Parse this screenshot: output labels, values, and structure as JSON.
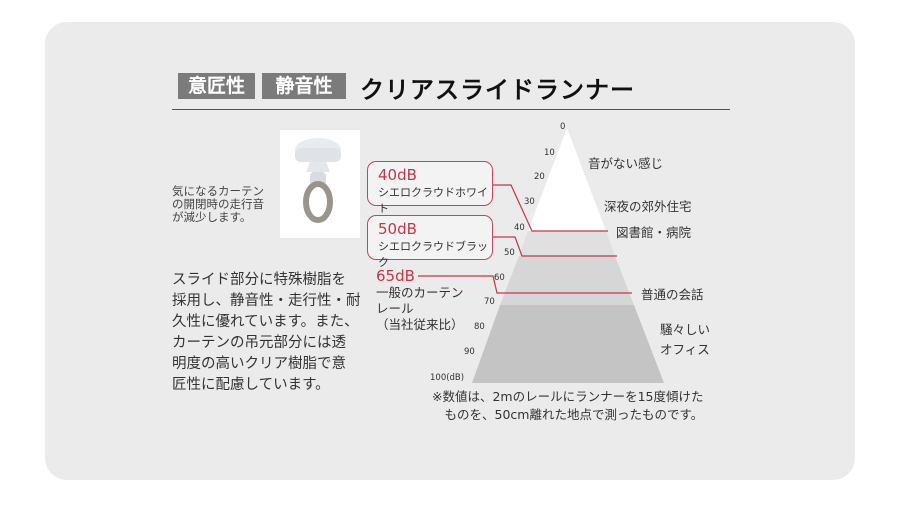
{
  "header": {
    "tags": [
      "意匠性",
      "静音性"
    ],
    "title": "クリアスライドランナー"
  },
  "caption": "気になるカーテン\nの開閉時の走行音\nが減少します。",
  "description": "スライド部分に特殊樹脂を\n採用し、静音性・走行性・耐\n久性に優れています。また、\nカーテンの吊元部分には透\n明度の高いクリア樹脂で意\n匠性に配慮しています。",
  "chart": {
    "ticks": [
      "0",
      "10",
      "20",
      "30",
      "40",
      "50",
      "60",
      "70",
      "80",
      "90",
      "100(dB)"
    ],
    "products": [
      {
        "db": "40dB",
        "name": "シエロクラウドホワイト"
      },
      {
        "db": "50dB",
        "name": "シエロクラウドブラック"
      },
      {
        "db": "65dB",
        "name": "一般のカーテン\nレール\n（当社従来比）"
      }
    ],
    "levels": [
      "音がない感じ",
      "深夜の郊外住宅",
      "図書館・病院",
      "普通の会話",
      "騒々しい\nオフィス"
    ],
    "note": "※数値は、2mのレールにランナーを15度傾けた\n　ものを、50cm離れた地点で測ったものです。"
  },
  "colors": {
    "accent": "#c0384a",
    "tag": "#7b7b7b",
    "card": "#ebebeb"
  }
}
